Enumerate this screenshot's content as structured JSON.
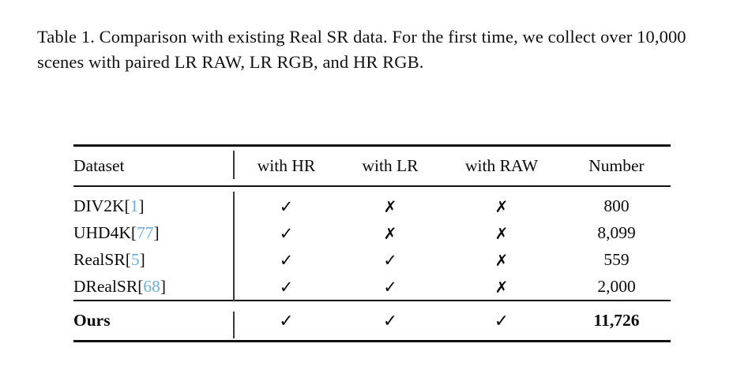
{
  "caption": {
    "text": "Table 1. Comparison with existing Real SR data. For the first time, we collect over 10,000 scenes with paired LR RAW, LR RGB, and HR RGB."
  },
  "table": {
    "columns": [
      {
        "key": "dataset",
        "label": "Dataset",
        "align": "left"
      },
      {
        "key": "with_hr",
        "label": "with HR",
        "align": "center"
      },
      {
        "key": "with_lr",
        "label": "with LR",
        "align": "center"
      },
      {
        "key": "with_raw",
        "label": "with RAW",
        "align": "center"
      },
      {
        "key": "number",
        "label": "Number",
        "align": "center"
      }
    ],
    "glyphs": {
      "check": "✓",
      "cross": "✗"
    },
    "citation_color": "#6CAFDE",
    "rule_color": "#111111",
    "rows": [
      {
        "name": "DIV2K",
        "citation": "1",
        "citation_open": "[",
        "citation_close": "]",
        "with_hr": "✓",
        "with_lr": "✗",
        "with_raw": "✗",
        "number": "800",
        "emphasis": false
      },
      {
        "name": "UHD4K",
        "citation": "77",
        "citation_open": "[",
        "citation_close": "]",
        "with_hr": "✓",
        "with_lr": "✗",
        "with_raw": "✗",
        "number": "8,099",
        "emphasis": false
      },
      {
        "name": "RealSR",
        "citation": "5",
        "citation_open": "[",
        "citation_close": "]",
        "with_hr": "✓",
        "with_lr": "✓",
        "with_raw": "✗",
        "number": "559",
        "emphasis": false
      },
      {
        "name": "DRealSR",
        "citation": "68",
        "citation_open": "[",
        "citation_close": "]",
        "with_hr": "✓",
        "with_lr": "✓",
        "with_raw": "✗",
        "number": "2,000",
        "emphasis": false
      }
    ],
    "summary_row": {
      "name": "Ours",
      "citation": "",
      "with_hr": "✓",
      "with_lr": "✓",
      "with_raw": "✓",
      "number": "11,726",
      "emphasis": true
    }
  }
}
